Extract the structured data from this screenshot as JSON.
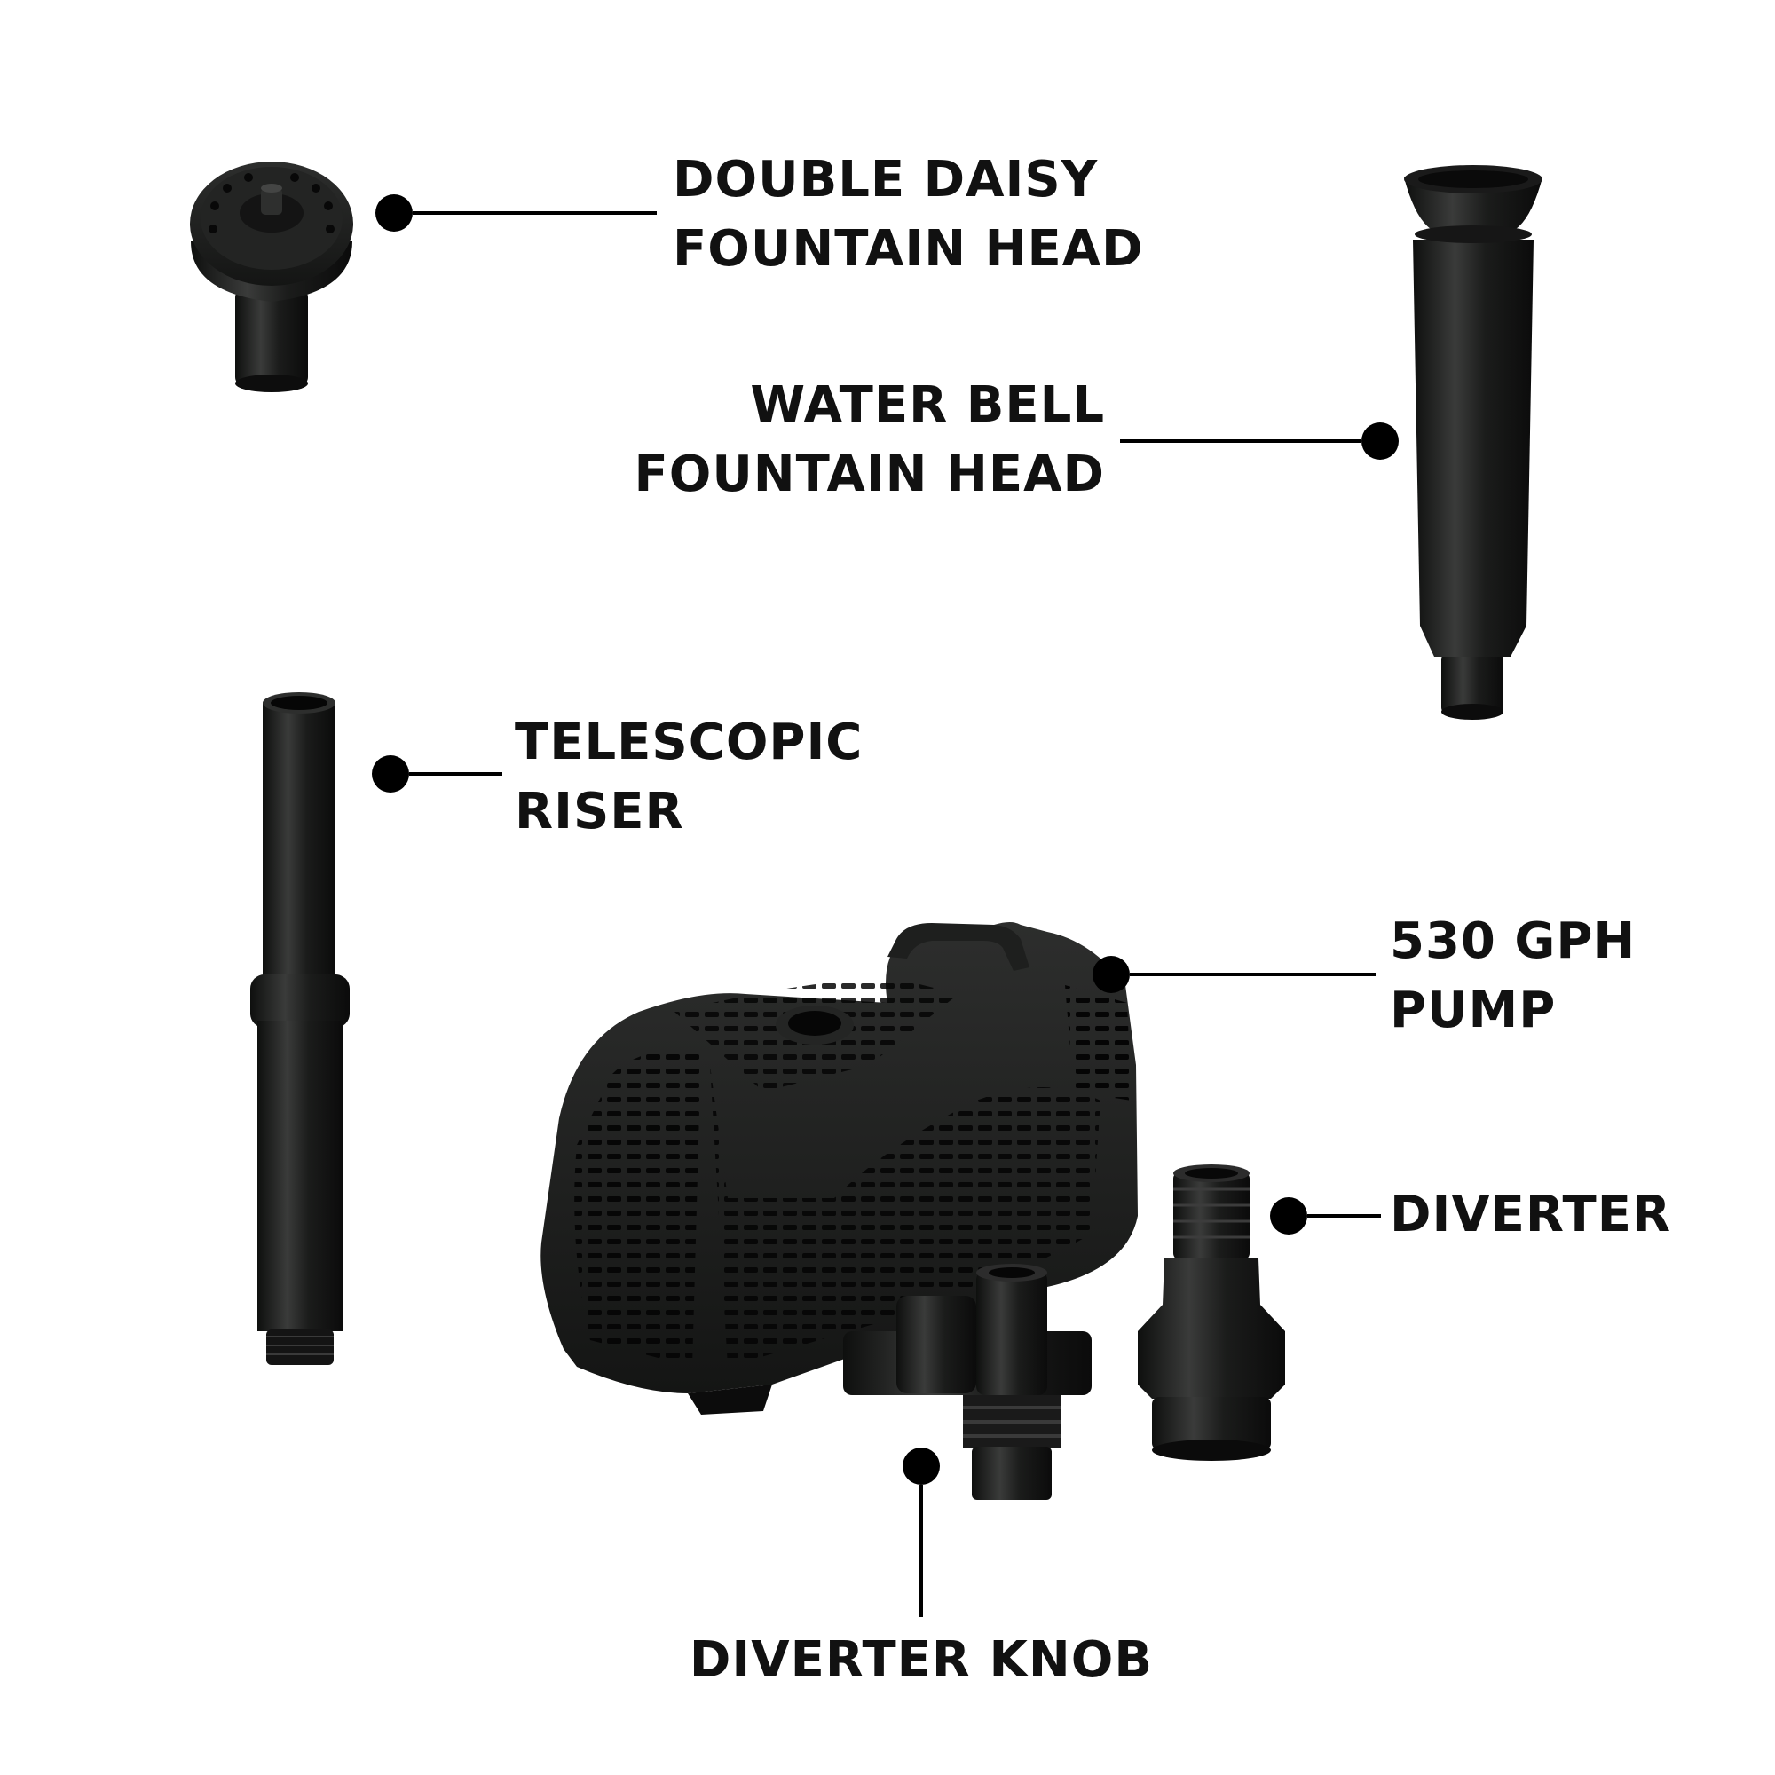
{
  "colors": {
    "background": "#ffffff",
    "text": "#111111",
    "part": "#1b1c1b",
    "part_highlight": "#3a3b3a",
    "callout": "#000000"
  },
  "labels": {
    "double_daisy": {
      "line1": "DOUBLE DAISY",
      "line2": "FOUNTAIN HEAD"
    },
    "water_bell": {
      "line1": "WATER BELL",
      "line2": "FOUNTAIN HEAD"
    },
    "telescopic_riser": {
      "line1": "TELESCOPIC",
      "line2": "RISER"
    },
    "pump": {
      "line1": "530 GPH",
      "line2": "PUMP"
    },
    "diverter": {
      "line1": "DIVERTER"
    },
    "diverter_knob": {
      "line1": "DIVERTER KNOB"
    }
  }
}
